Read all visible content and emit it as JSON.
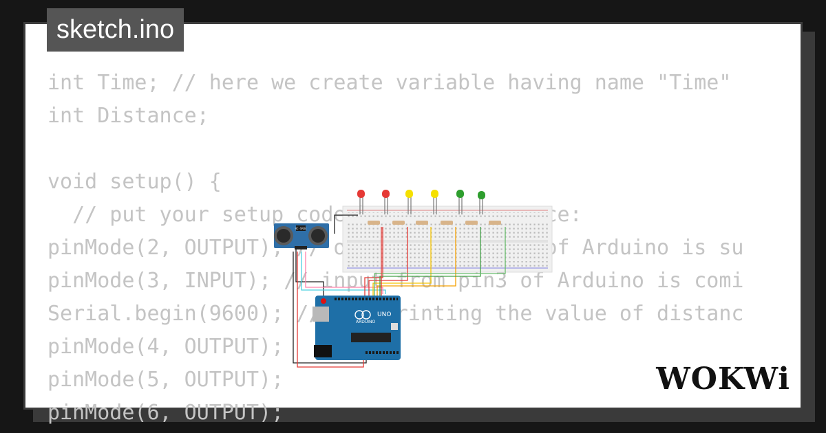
{
  "window": {
    "file_tab": "sketch.ino"
  },
  "code_lines": [
    "int Time; // here we create variable having name \"Time\"",
    "int Distance;",
    "",
    "void setup() {",
    "  // put your setup code here, to run once:",
    "pinMode(2, OUTPUT); // output from pin2 of Arduino is su",
    "pinMode(3, INPUT); // input from pin3 of Arduino is comi",
    "Serial.begin(9600); // for printing the value of distanc",
    "pinMode(4, OUTPUT);",
    "pinMode(5, OUTPUT);",
    "pinMode(6, OUTPUT);"
  ],
  "circuit": {
    "sensor_label": "HC-SR04",
    "board_label": "UNO",
    "board_brand": "ARDUINO",
    "leds": [
      {
        "color": "#e53935"
      },
      {
        "color": "#e53935"
      },
      {
        "color": "#f5e000"
      },
      {
        "color": "#f5e000"
      },
      {
        "color": "#2e9e2e"
      },
      {
        "color": "#2e9e2e"
      }
    ]
  },
  "brand": {
    "logo_text": "WOKWi"
  }
}
